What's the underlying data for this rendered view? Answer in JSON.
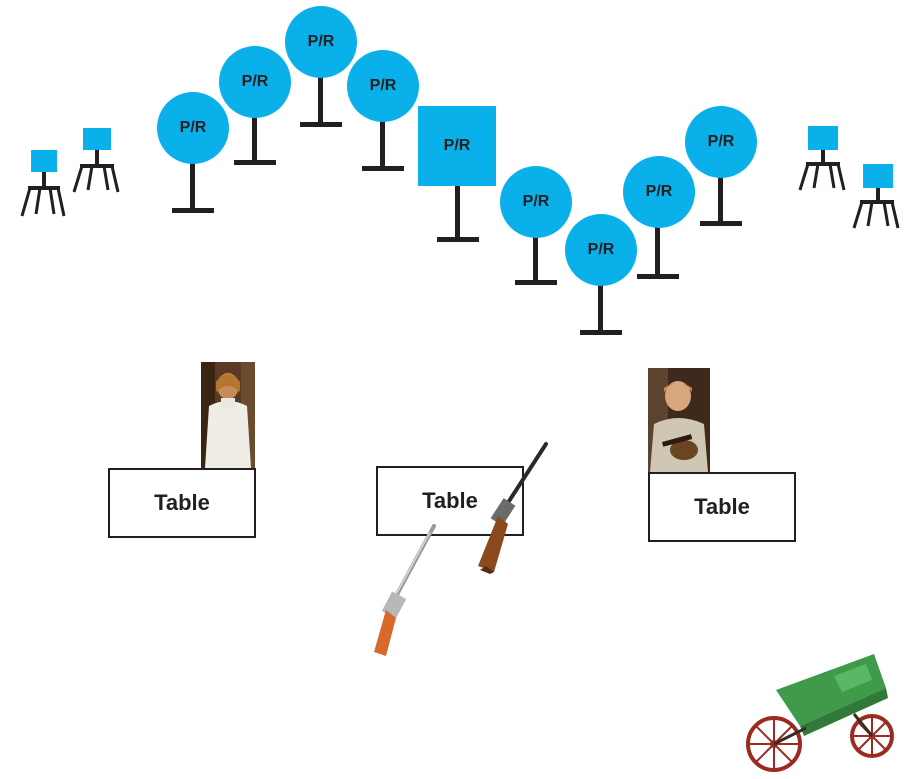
{
  "colors": {
    "pr_fill": "#0ab0ea",
    "stand_dark": "#231f20",
    "chair_seat": "#0ab0ea",
    "table_border": "#231f20"
  },
  "pr_stands": [
    {
      "label": "P/R",
      "shape": "circle"
    },
    {
      "label": "P/R",
      "shape": "circle"
    },
    {
      "label": "P/R",
      "shape": "circle"
    },
    {
      "label": "P/R",
      "shape": "circle"
    },
    {
      "label": "P/R",
      "shape": "square"
    },
    {
      "label": "P/R",
      "shape": "circle"
    },
    {
      "label": "P/R",
      "shape": "circle"
    },
    {
      "label": "P/R",
      "shape": "circle"
    },
    {
      "label": "P/R",
      "shape": "circle"
    }
  ],
  "tables": [
    {
      "label": "Table"
    },
    {
      "label": "Table"
    },
    {
      "label": "Table"
    }
  ],
  "props": {
    "chairs_left": [
      "chair-icon",
      "chair-icon"
    ],
    "chairs_right": [
      "chair-icon",
      "chair-icon"
    ],
    "figures": [
      "woman-in-white-dress",
      "boy-with-guitar"
    ],
    "rifles": [
      "rifle-icon",
      "rifle-icon"
    ],
    "buggy": "buggy-carriage-icon"
  }
}
